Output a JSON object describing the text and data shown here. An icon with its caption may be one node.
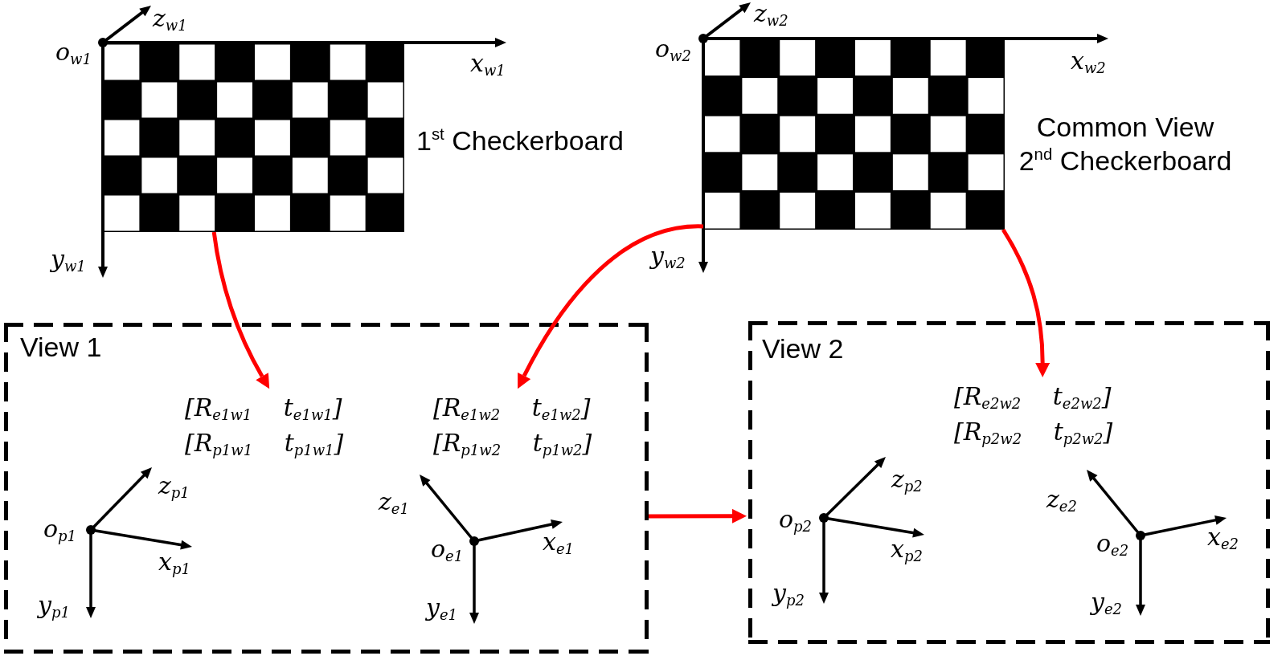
{
  "diagram": {
    "nodes": [
      {
        "text": [],
        "shape": "picture",
        "beside": [
          "1$^{st}$ Checkerboard"
        ]
      },
      {
        "text": [],
        "shape": "picture",
        "beside": [
          "Common View",
          "2$^{nd}$ Checkerboard"
        ]
      },
      {
        "text": [
          "View 1"
        ]
      },
      {
        "text": [
          "[R$_{e1w1}$ t$_{e1w1}$]",
          "[R$_{p1w1}$ t$_{p1w1}$]"
        ],
        "in": 2
      },
      {
        "text": [
          "[R$_{e1w2}$ t$_{e1w2}$]",
          "[R$_{p1w2}$ t$_{p1w2}$]"
        ],
        "in": 2
      },
      {
        "text": [
          "View 2"
        ]
      },
      {
        "text": [
          "[R$_{e2w2}$ t$_{e2w2}$]",
          "[R$_{p2w2}$ t$_{p2w2}$]"
        ],
        "in": 5
      }
    ],
    "edges": [
      {
        "from": 0,
        "to": 3,
        "arrow": "to"
      },
      {
        "from": 1,
        "to": 4,
        "arrow": "to"
      },
      {
        "from": 1,
        "to": 6,
        "arrow": "to"
      },
      {
        "from": 2,
        "to": 5,
        "arrow": "to"
      }
    ],
    "labels": [
      "z$_{w1}$",
      "o$_{w1}$",
      "x$_{w1}$",
      "y$_{w1}$",
      "z$_{w2}$",
      "o$_{w2}$",
      "x$_{w2}$",
      "y$_{w2}$",
      "z$_{p1}$",
      "o$_{p1}$",
      "x$_{p1}$",
      "y$_{p1}$",
      "z$_{e1}$",
      "o$_{e1}$",
      "x$_{e1}$",
      "y$_{e1}$",
      "z$_{p2}$",
      "o$_{p2}$",
      "x$_{p2}$",
      "y$_{p2}$",
      "z$_{e2}$",
      "o$_{e2}$",
      "x$_{e2}$",
      "y$_{e2}$"
    ]
  }
}
